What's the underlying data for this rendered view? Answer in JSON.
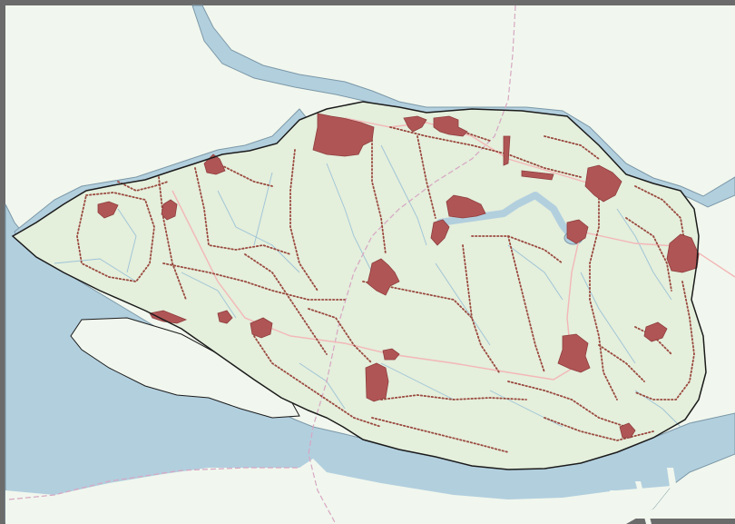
{
  "map": {
    "colors": {
      "background": "#f1f7ee",
      "land": "#e4efdc",
      "water": "#b2cfde",
      "water_edge": "#7c98a8",
      "coastline": "#1b1b1b",
      "built_up": "#b05555",
      "built_up_edge": "#8e3d3d",
      "dike_road": "#9a4a3e",
      "ditch": "#9dc3d6",
      "railway": "#d7a6c3",
      "main_road": "#f3b7b7",
      "frame": "#6b6b6b"
    },
    "features": [
      "island",
      "river",
      "creek",
      "settlements",
      "dike-roads",
      "ditches",
      "railway",
      "harbour"
    ]
  }
}
